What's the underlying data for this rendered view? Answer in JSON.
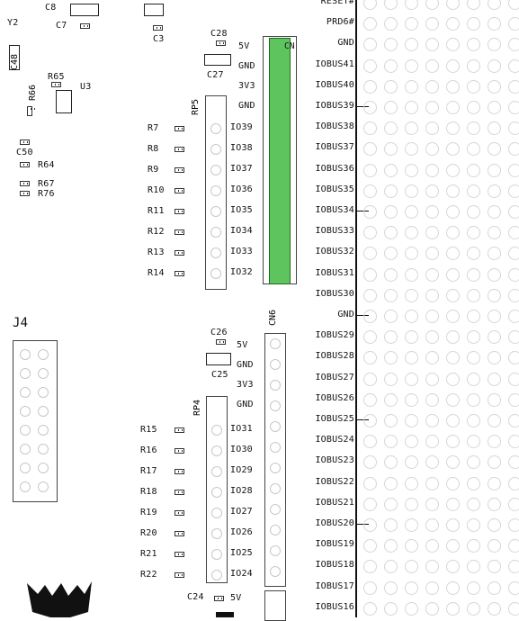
{
  "top_labels": {
    "c8": "C8",
    "y2": "Y2",
    "c7": "C7",
    "c3": "C3",
    "c28": "C28",
    "c27": "C27",
    "c48": "C48",
    "r65": "R65",
    "r66": "R66",
    "u3": "U3",
    "c50": "C50",
    "r64": "R64",
    "r67": "R67",
    "r76": "R76",
    "rp5": "RP5",
    "j4": "J4",
    "c26": "C26",
    "c25": "C25",
    "rp4": "RP4",
    "cn6": "CN6",
    "c24": "C24",
    "cn_top": "CN"
  },
  "upper_resistors": [
    "R7",
    "R8",
    "R9",
    "R10",
    "R11",
    "R12",
    "R13",
    "R14"
  ],
  "upper_io": [
    "IO39",
    "IO38",
    "IO37",
    "IO36",
    "IO35",
    "IO34",
    "IO33",
    "IO32"
  ],
  "upper_power": [
    "5V",
    "GND",
    "3V3",
    "GND"
  ],
  "lower_resistors": [
    "R15",
    "R16",
    "R17",
    "R18",
    "R19",
    "R20",
    "R21",
    "R22"
  ],
  "lower_io": [
    "IO31",
    "IO30",
    "IO29",
    "IO28",
    "IO27",
    "IO26",
    "IO25",
    "IO24"
  ],
  "lower_power": [
    "5V",
    "GND",
    "3V3",
    "GND"
  ],
  "bottom_power": "5V",
  "right_bus": [
    "RESET#",
    "PRD6#",
    "GND",
    "IOBUS41",
    "IOBUS40",
    "IOBUS39",
    "IOBUS38",
    "IOBUS37",
    "IOBUS36",
    "IOBUS35",
    "IOBUS34",
    "IOBUS33",
    "IOBUS32",
    "IOBUS31",
    "IOBUS30",
    "GND",
    "IOBUS29",
    "IOBUS28",
    "IOBUS27",
    "IOBUS26",
    "IOBUS25",
    "IOBUS24",
    "IOBUS23",
    "IOBUS22",
    "IOBUS21",
    "IOBUS20",
    "IOBUS19",
    "IOBUS18",
    "IOBUS17",
    "IOBUS16"
  ],
  "colors": {
    "highlight": "#5ec45e",
    "outline": "#1f6b1f",
    "ink": "#111111",
    "grid": "#d6d6d6"
  }
}
